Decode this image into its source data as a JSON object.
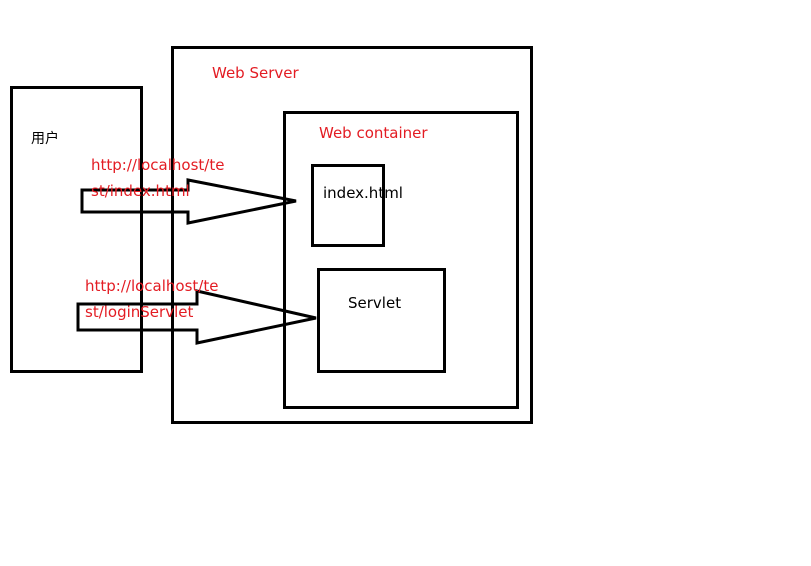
{
  "diagram": {
    "user": {
      "label": "用户"
    },
    "web_server": {
      "label": "Web Server"
    },
    "web_container": {
      "label": "Web container"
    },
    "index_page": {
      "label": "index.html"
    },
    "servlet": {
      "label": "Servlet"
    },
    "requests": [
      {
        "line1": "http://localhost/te",
        "line2": "st/index.html"
      },
      {
        "line1": "http://localhost/te",
        "line2": "st/loginServlet"
      }
    ],
    "colors": {
      "annotation": "#e31c23",
      "stroke": "#000000"
    }
  }
}
